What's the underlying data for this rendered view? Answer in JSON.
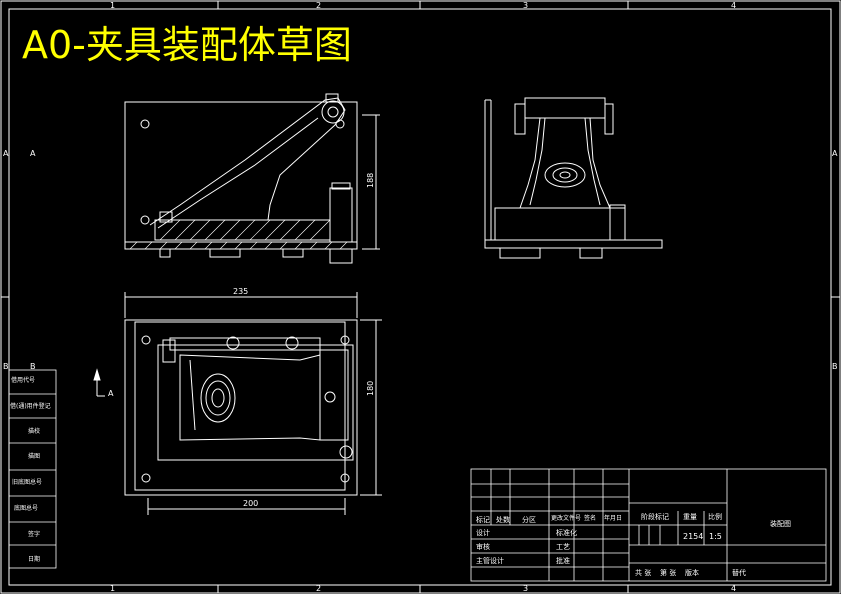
{
  "title": "A0-夹具装配体草图",
  "zone_columns": [
    "1",
    "2",
    "3",
    "4"
  ],
  "zone_rows": [
    "A",
    "B"
  ],
  "dimensions": {
    "front_height": "188",
    "top_width": "235",
    "top_bottom_width": "200",
    "top_height": "180"
  },
  "section_marker": "A",
  "side_table": {
    "rows": [
      "借(通)用件登记",
      "旧底图总号",
      "底图总号",
      "签字",
      "日期",
      "描图",
      "描校",
      "借用代号"
    ]
  },
  "title_block": {
    "labels": {
      "mark": "标记",
      "count": "处数",
      "zone": "分区",
      "doc_no": "更改文件号",
      "sign": "签名",
      "date": "年月日",
      "design": "设计",
      "standardize": "标准化",
      "proofread": "审核",
      "process": "工艺",
      "chief_design": "主管设计",
      "approve": "批准",
      "stage_mark": "阶段标记",
      "weight": "重量",
      "scale": "比例",
      "sheets": "共 张",
      "sheet_no": "第 张",
      "version": "版本",
      "replace": "替代"
    },
    "weight_value": "2154",
    "scale_value": "1:5",
    "drawing_name": "装配图"
  },
  "colors": {
    "title": "#ffff00",
    "line": "#ffffff",
    "background": "#000000"
  }
}
